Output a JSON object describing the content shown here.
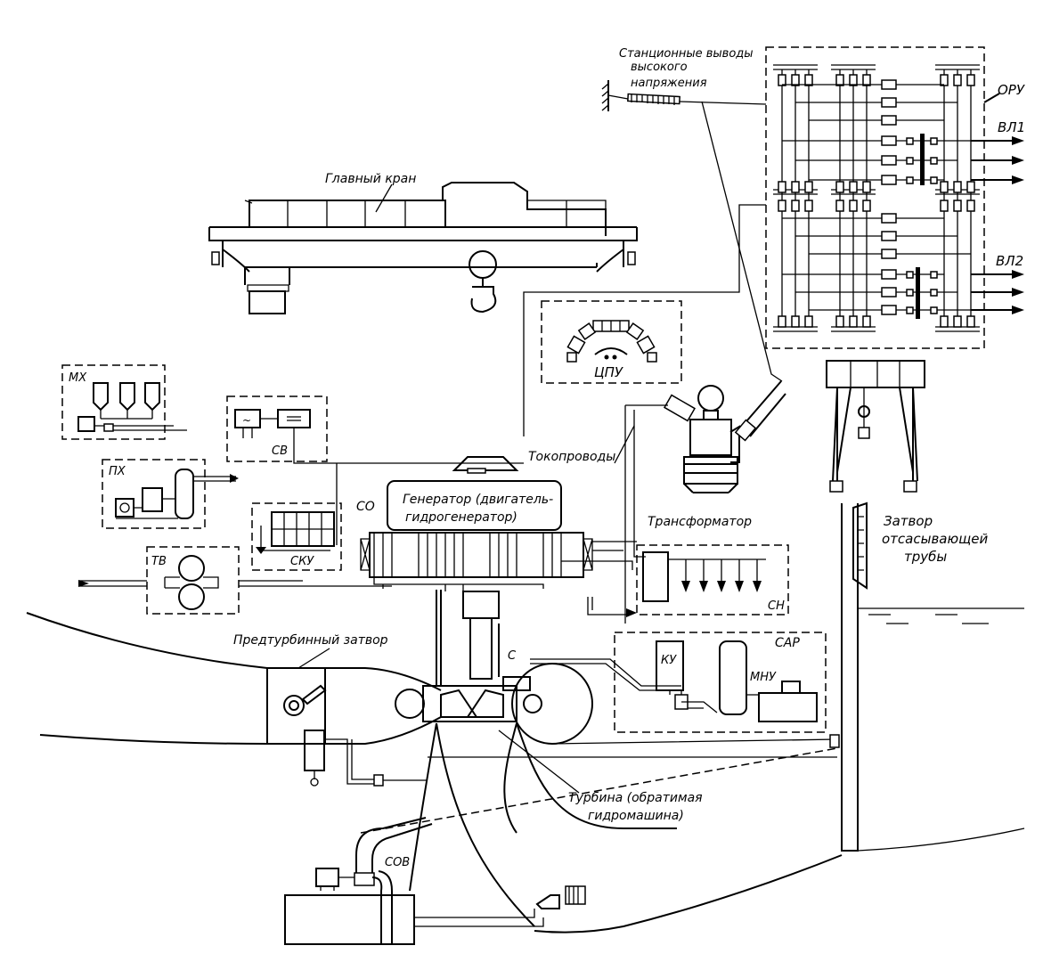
{
  "labels": {
    "station_terminals": [
      "Станционные выводы",
      "высокого",
      "напряжения"
    ],
    "oru": "ОРУ",
    "vl1": "ВЛ1",
    "vl2": "ВЛ2",
    "main_crane": "Главный кран",
    "cpu": "ЦПУ",
    "mh": "МХ",
    "sv": "СВ",
    "ph": "ПХ",
    "tokoprovody": "Токопроводы",
    "transformer": "Трансформатор",
    "generator": [
      "Генератор (двигатель-",
      "гидрогенератор)"
    ],
    "so": "СО",
    "sku": "СКУ",
    "tv": "ТВ",
    "sn": "СН",
    "draft_gate": [
      "Затвор",
      "отсасывающей",
      "трубы"
    ],
    "preturbine_gate": "Предтурбинный затвор",
    "sar": "САР",
    "ku": "КУ",
    "mnu": "МНУ",
    "c": "С",
    "turbine": [
      "Турбина (обратимая",
      "гидромашина)"
    ],
    "sov": "СОВ"
  }
}
